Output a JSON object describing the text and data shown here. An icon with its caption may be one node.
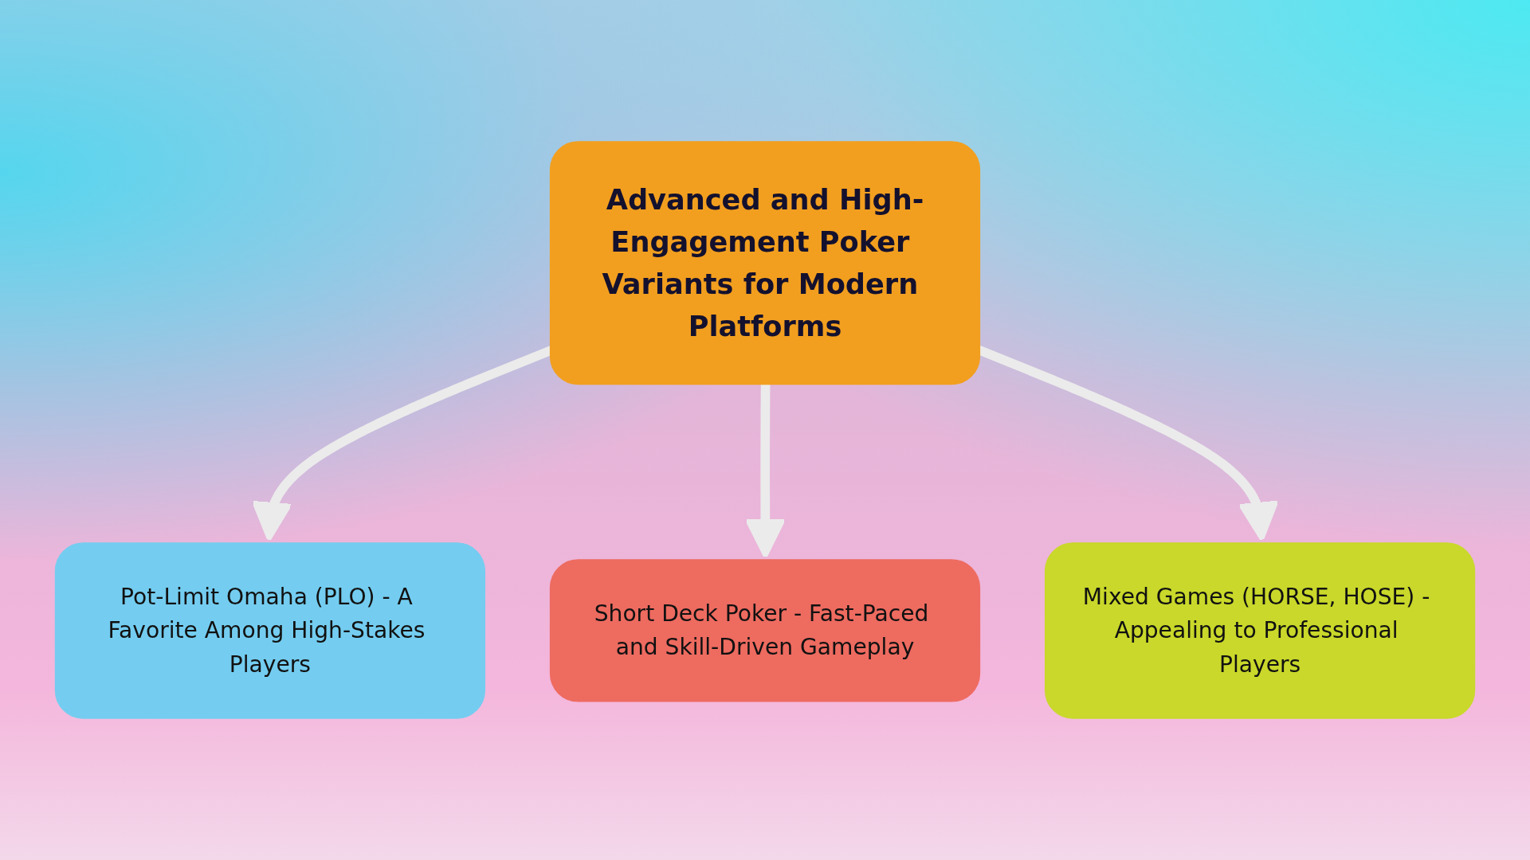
{
  "diagram": {
    "nodes": [
      {
        "text": [
          "Advanced and High-Engagement Poker Variants for Modern Platforms"
        ]
      },
      {
        "text": [
          "Pot-Limit Omaha (PLO) - A Favorite Among High-Stakes Players"
        ]
      },
      {
        "text": [
          "Short Deck Poker - Fast-Paced and Skill-Driven Gameplay"
        ]
      },
      {
        "text": [
          "Mixed Games (HORSE, HOSE) - Appealing to Professional Players"
        ]
      }
    ],
    "edges": [
      {
        "from": 0,
        "to": 1,
        "arrow": "to"
      },
      {
        "from": 0,
        "to": 2,
        "arrow": "to"
      },
      {
        "from": 0,
        "to": 3,
        "arrow": "to"
      }
    ]
  }
}
